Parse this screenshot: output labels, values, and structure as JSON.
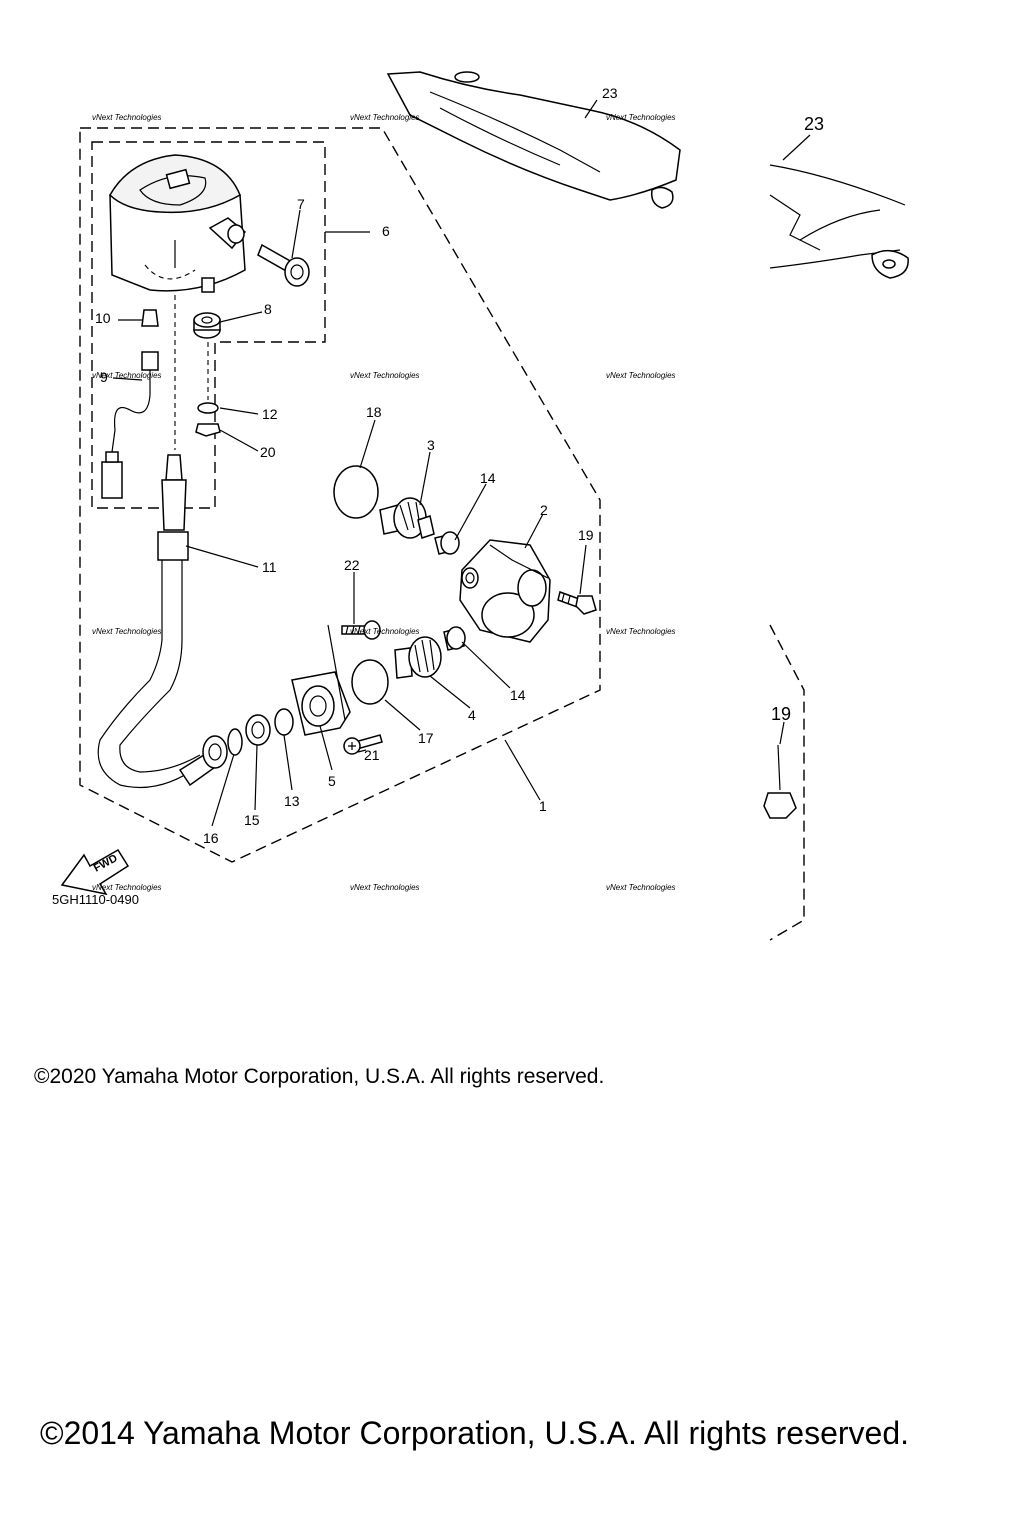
{
  "diagram": {
    "part_numbers": [
      "1",
      "2",
      "3",
      "4",
      "5",
      "6",
      "7",
      "8",
      "9",
      "10",
      "11",
      "12",
      "13",
      "14",
      "14",
      "15",
      "16",
      "17",
      "18",
      "19",
      "19",
      "20",
      "21",
      "22",
      "23",
      "23"
    ],
    "fwd_label": "FWD",
    "diagram_code": "5GH1110-0490",
    "watermark": "vNext Technologies"
  },
  "footer": {
    "copyright_2020": "©2020 Yamaha Motor Corporation, U.S.A. All rights reserved.",
    "copyright_2014": "©2014 Yamaha Motor Corporation, U.S.A. All rights reserved."
  }
}
